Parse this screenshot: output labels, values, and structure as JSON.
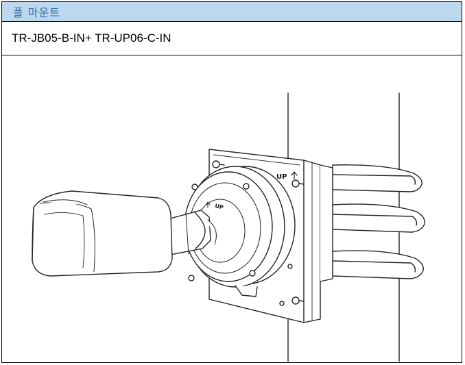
{
  "section": {
    "title": "폴 마운트"
  },
  "model": {
    "text": "TR-JB05-B-IN+ TR-UP06-C-IN"
  },
  "illustration": {
    "labels": {
      "up_plate": "UP",
      "up_box": "UP"
    },
    "icons": [
      "pole",
      "mounting-plate",
      "junction-box",
      "bullet-camera",
      "pole-strap",
      "screw"
    ]
  }
}
